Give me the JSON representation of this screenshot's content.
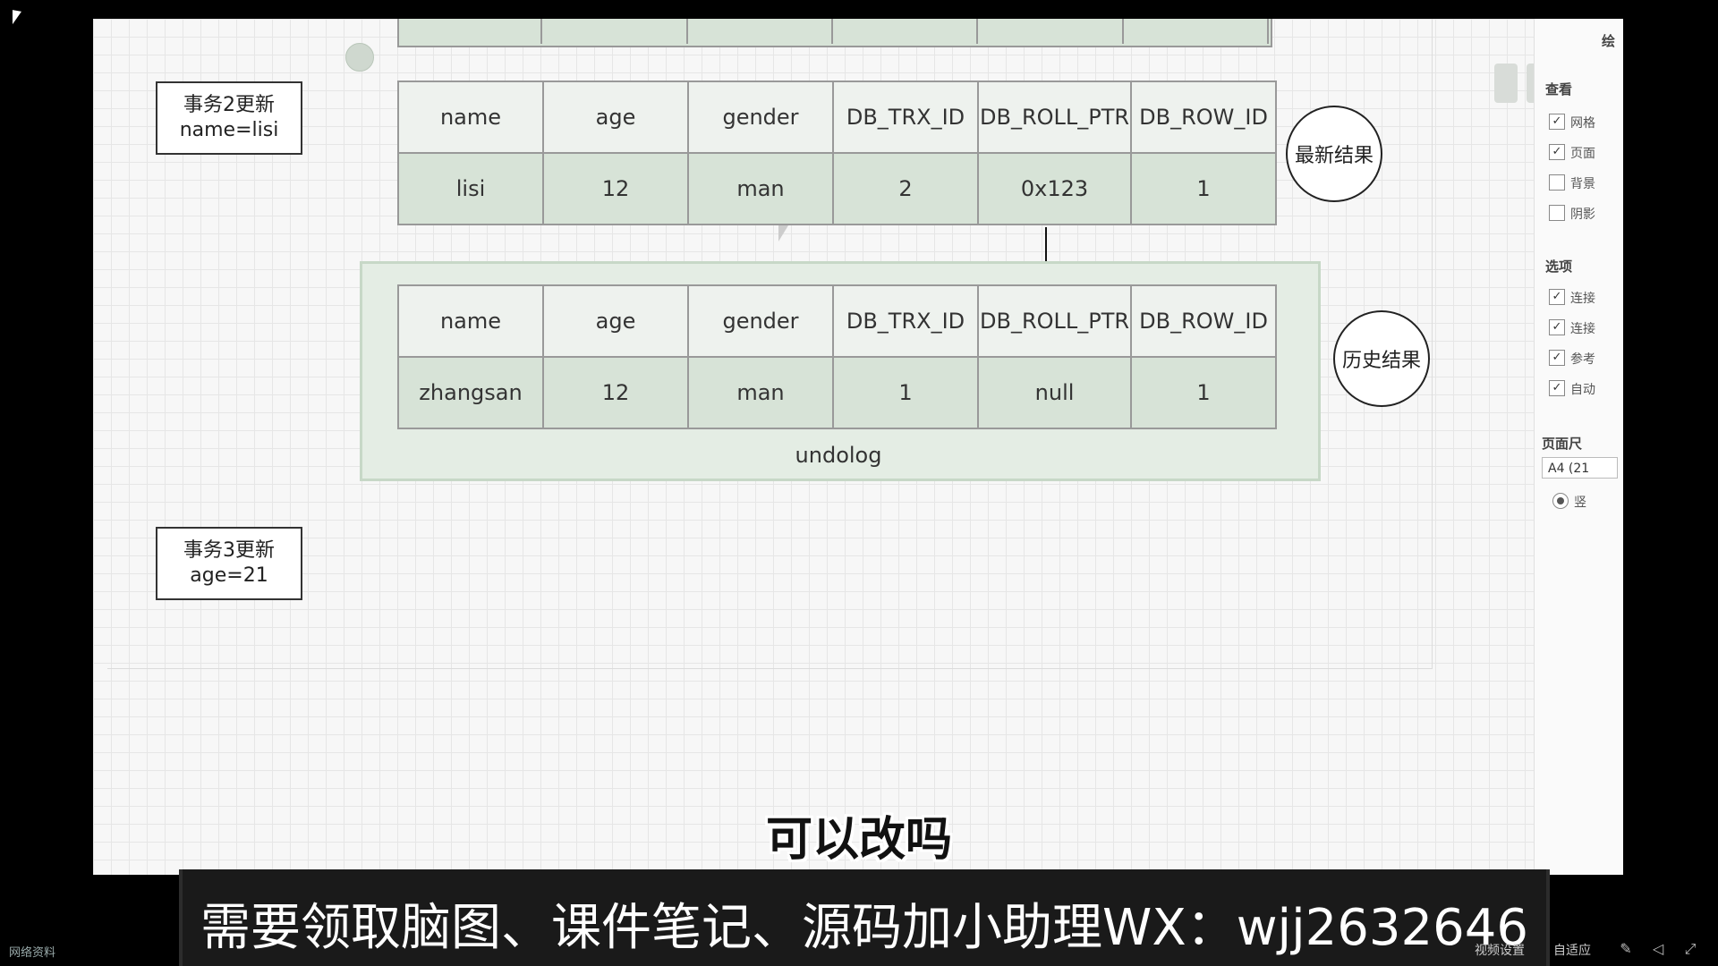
{
  "diagram": {
    "tx2": {
      "line1": "事务2更新",
      "line2": "name=lisi"
    },
    "tx3": {
      "line1": "事务3更新",
      "line2": "age=21"
    },
    "latest_table": {
      "headers": [
        "name",
        "age",
        "gender",
        "DB_TRX_ID",
        "DB_ROLL_PTR",
        "DB_ROW_ID"
      ],
      "row": [
        "lisi",
        "12",
        "man",
        "2",
        "0x123",
        "1"
      ]
    },
    "history_table": {
      "headers": [
        "name",
        "age",
        "gender",
        "DB_TRX_ID",
        "DB_ROLL_PTR",
        "DB_ROW_ID"
      ],
      "row": [
        "zhangsan",
        "12",
        "man",
        "1",
        "null",
        "1"
      ]
    },
    "undolog_label": "undolog",
    "latest_result_label": "最新结果",
    "history_result_label": "历史结果"
  },
  "right_panel": {
    "title": "绘",
    "view_heading": "查看",
    "view_items": [
      {
        "label": "网格",
        "checked": true
      },
      {
        "label": "页面",
        "checked": true
      },
      {
        "label": "背景",
        "checked": false
      },
      {
        "label": "阴影",
        "checked": false
      }
    ],
    "options_heading": "选项",
    "option_items": [
      {
        "label": "连接",
        "checked": true
      },
      {
        "label": "连接",
        "checked": true
      },
      {
        "label": "参考",
        "checked": true
      },
      {
        "label": "自动",
        "checked": true
      }
    ],
    "page_size_heading": "页面尺",
    "page_size_value": "A4 (21",
    "radio_label": "竖"
  },
  "subtitle": "可以改吗",
  "banner": "需要领取脑图、课件笔记、源码加小助理WX：wjj2632646",
  "status_bar": {
    "left_text": "网络资料",
    "video_settings": "视频设置",
    "adaptive": "自适应"
  }
}
